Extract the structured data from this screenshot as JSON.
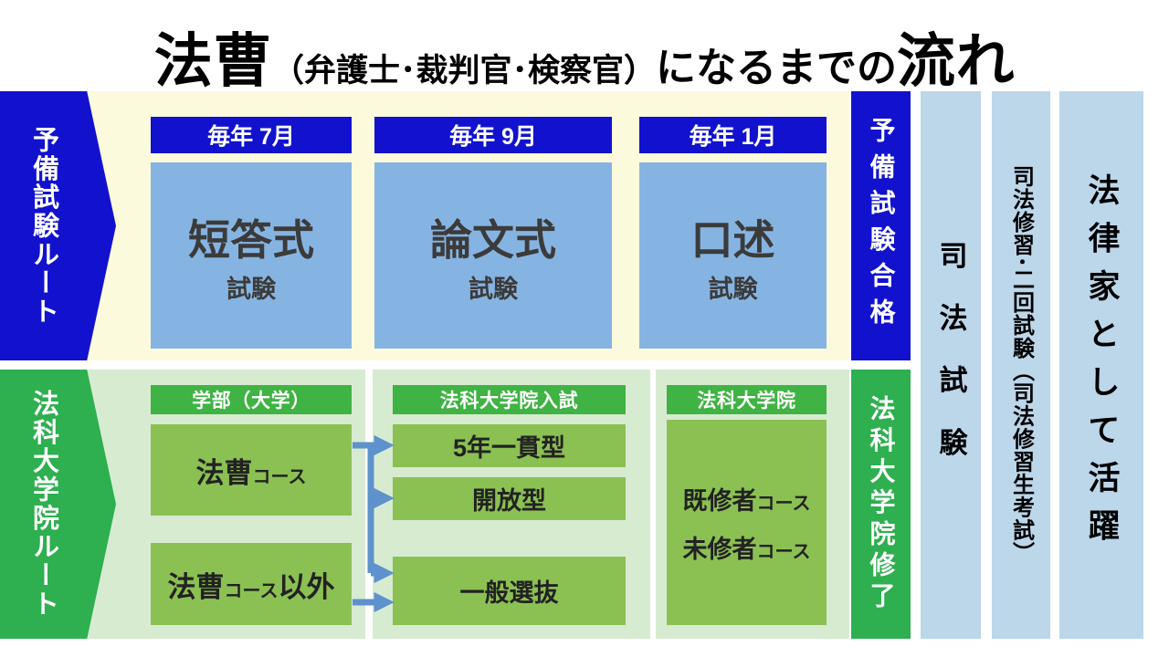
{
  "title": {
    "part1": "法曹",
    "part2": "（弁護士･裁判官･検察官）",
    "part3": "になるまでの",
    "part4": "流れ"
  },
  "yobi_route": {
    "label": "予備試験ルート",
    "exams": [
      {
        "schedule": "毎年 7月",
        "name": "短答式",
        "type": "試験"
      },
      {
        "schedule": "毎年 9月",
        "name": "論文式",
        "type": "試験"
      },
      {
        "schedule": "毎年 1月",
        "name": "口述",
        "type": "試験"
      }
    ],
    "result": "予備試験合格"
  },
  "houka_route": {
    "label": "法科大学院ルート",
    "undergrad": {
      "header": "学部（大学）",
      "courses": [
        {
          "main": "法曹",
          "suffix": "コース",
          "tail": ""
        },
        {
          "main": "法曹",
          "suffix": "コース",
          "tail": "以外"
        }
      ]
    },
    "entrance": {
      "header": "法科大学院入試",
      "types": [
        "5年一貫型",
        "開放型",
        "一般選抜"
      ]
    },
    "school": {
      "header": "法科大学院",
      "courses": [
        {
          "main": "既修者",
          "suffix": "コース"
        },
        {
          "main": "未修者",
          "suffix": "コース"
        }
      ]
    },
    "result": "法科大学院修了"
  },
  "final_steps": [
    "司法試験",
    "司法修習･二回試験（司法修習生考試）",
    "法律家として活躍"
  ],
  "colors": {
    "dark_blue": "#1212CE",
    "exam_blue": "#86B4E2",
    "cream": "#FCFADC",
    "light_green": "#D7EBD1",
    "green": "#2EAF50",
    "header_green": "#3FB343",
    "box_green": "#8BC053",
    "column_blue": "#BCD6EA",
    "connector_blue": "#5D92CC"
  }
}
